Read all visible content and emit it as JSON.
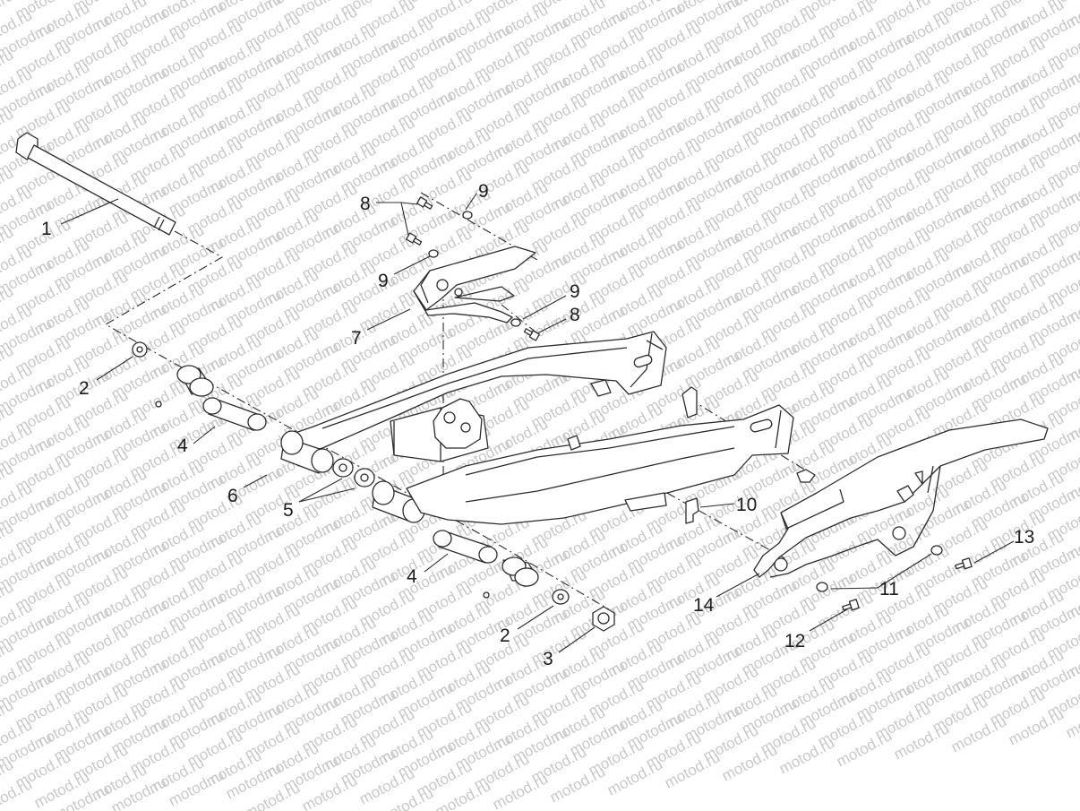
{
  "watermark": {
    "text": "motod.ru",
    "color": "#c8c8c8"
  },
  "diagram": {
    "line_color": "#2b2b2b",
    "callouts": {
      "c1": "1",
      "c2a": "2",
      "c2b": "2",
      "c3": "3",
      "c4a": "4",
      "c4b": "4",
      "c5": "5",
      "c6": "6",
      "c7": "7",
      "c8a": "8",
      "c8b": "8",
      "c9a": "9",
      "c9b": "9",
      "c9c": "9",
      "c10": "10",
      "c11": "11",
      "c12": "12",
      "c13": "13",
      "c14": "14"
    }
  }
}
